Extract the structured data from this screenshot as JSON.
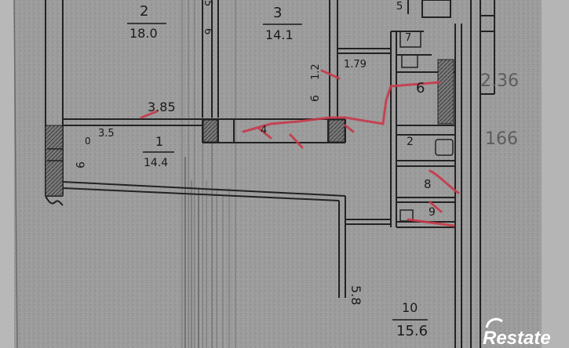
{
  "rooms": {
    "r2": {
      "number": "2",
      "area": "18.0"
    },
    "r3": {
      "number": "3",
      "area": "14.1"
    },
    "r1": {
      "number": "1",
      "area": "14.4"
    },
    "r10": {
      "number": "10",
      "area": "15.6"
    },
    "r4": {
      "number": "4"
    },
    "r5": {
      "number": "5"
    },
    "r6": {
      "number": "6"
    },
    "r7": {
      "number": "7"
    },
    "r8": {
      "number": "8"
    },
    "r9": {
      "number": "9"
    }
  },
  "dimensions": {
    "d385": "3.85",
    "d35": "3.5",
    "d179": "1.79",
    "d12": "1.2",
    "d6": "6",
    "d58": "5.8",
    "d236": "2.36",
    "d166": "166",
    "d0": "0",
    "d9": "9",
    "d5": "5",
    "d2": "2",
    "d6b": "6"
  },
  "watermark": {
    "text": "Restate"
  },
  "colors": {
    "paper": "#9a9a9a",
    "wall": "#2a2a2a",
    "red_marker": "#c83a4a"
  }
}
